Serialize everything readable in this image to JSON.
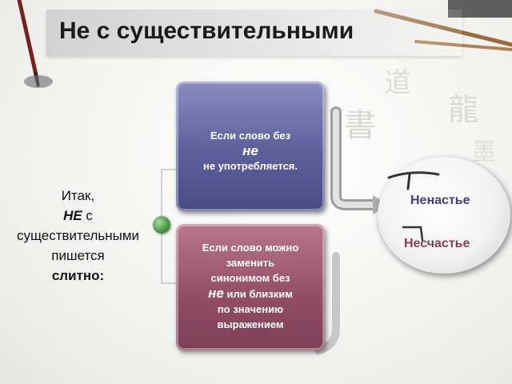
{
  "title": "Не с существительными",
  "left": {
    "line1": "Итак,",
    "line2_ne": "НЕ",
    "line2_rest": " с",
    "line3": "существительными",
    "line4": "пишется",
    "line5": "слитно:"
  },
  "cards": {
    "top": {
      "line1": "Если слово без",
      "line2": "не",
      "line3": "не употребляется."
    },
    "bottom": {
      "line1": "Если слово можно",
      "line2": "заменить",
      "line3": "синонимом без",
      "line4_ne": "не",
      "line4_rest": " или близким",
      "line5": "по значению",
      "line6": "выражением"
    }
  },
  "examples": {
    "word1": "Ненастье",
    "word2": "Несчастье"
  },
  "colors": {
    "top_card": "#5d5f9a",
    "bottom_card": "#934f67",
    "dot": "#4c9a45"
  }
}
